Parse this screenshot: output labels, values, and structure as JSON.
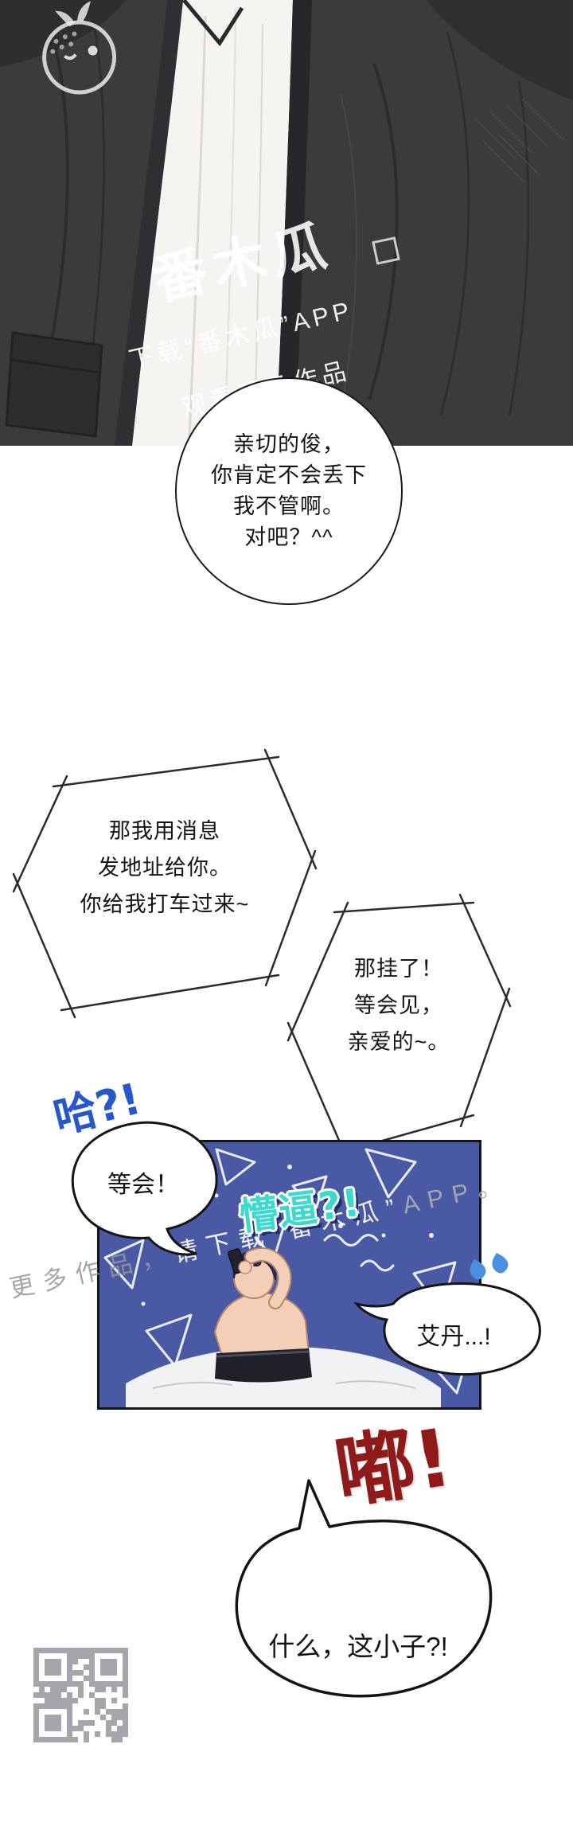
{
  "watermark_top": {
    "logo_text": "番木瓜",
    "line1": "下载“番木瓜”APP",
    "line2": "观看更多作品"
  },
  "speech": {
    "circle": [
      "亲切的俊，",
      "你肯定不会丢下",
      "我不管啊。",
      "对吧？^^"
    ],
    "hex1": [
      "那我用消息",
      "发地址给你。",
      "你给我打车过来~"
    ],
    "hex2": [
      "那挂了！",
      "等会见，",
      "亲爱的~。"
    ],
    "wait": "等会！",
    "aidan": "艾丹...!",
    "bottom": "什么，这小子?!"
  },
  "sfx": {
    "ha": "哈?!",
    "mengbi": "懵逼?!",
    "du": "嘟!"
  },
  "watermark_panel": {
    "part1": "更多作品，",
    "part2": "请下载“番木瓜”",
    "part3": "APP。"
  },
  "colors": {
    "panel_blue": "#4a59a3",
    "jacket_gray": "#3b3b3e",
    "sfx_blue": "#2757c9",
    "sfx_cyan": "#3ed9cd",
    "sfx_red": "#8e1a1a"
  }
}
